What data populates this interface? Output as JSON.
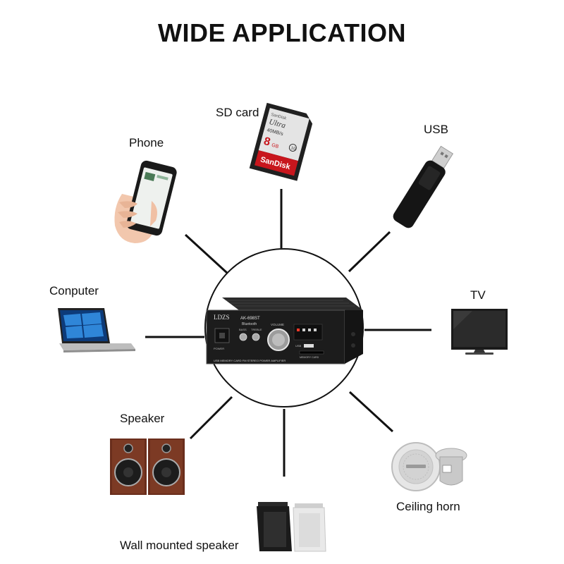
{
  "title": "WIDE APPLICATION",
  "devices": {
    "sd_card": "SD card",
    "usb": "USB",
    "phone": "Phone",
    "computer": "Conputer",
    "tv": "TV",
    "speaker": "Speaker",
    "ceiling_horn": "Ceiling horn",
    "wall_speaker": "Wall mounted speaker"
  },
  "sd_card_print": {
    "brand_small": "SanDisk",
    "product": "Ultra",
    "speed": "40MB/s",
    "capacity": "8",
    "unit": "GB",
    "class": "10",
    "brand": "SanDisk"
  },
  "amplifier": {
    "brand": "LDZS",
    "model": "AK-698ST",
    "bluetooth": "Bluetooth",
    "volume": "VOLUME",
    "bass": "BASS",
    "treble": "TREBLE",
    "power": "POWER",
    "usb": "USB",
    "memory_card": "MEMORY CARD",
    "tagline": "USB MEMORY CARD FM STEREO POWER AMPLIFIER"
  },
  "colors": {
    "line": "#111111",
    "sd_red": "#c8161d",
    "amp_body": "#1c1c1c"
  },
  "icons": [
    "phone-icon",
    "sd-card-icon",
    "usb-drive-icon",
    "laptop-icon",
    "tv-icon",
    "speaker-pair-icon",
    "ceiling-speaker-icon",
    "wall-speaker-icon",
    "amplifier-icon"
  ]
}
